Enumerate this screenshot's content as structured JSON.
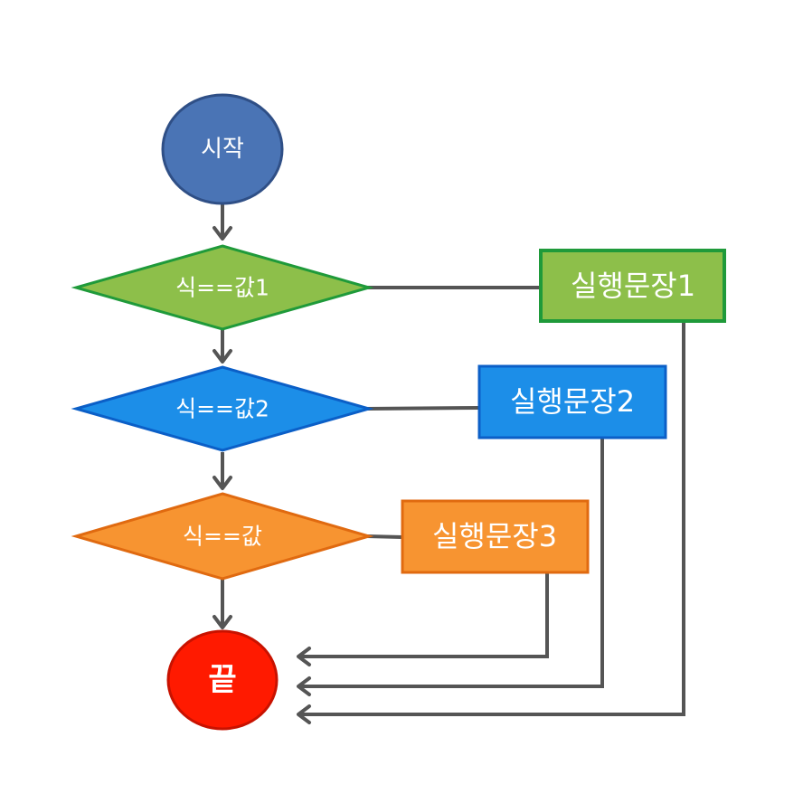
{
  "start": {
    "label": "시작",
    "fill": "#4a74b5",
    "stroke": "#2f4f86"
  },
  "end": {
    "label": "끝",
    "fill": "#ff1a00",
    "stroke": "#c81200"
  },
  "decisions": [
    {
      "label": "식==값1",
      "fill": "#8dbf4a",
      "stroke": "#1f9a3a"
    },
    {
      "label": "식==값2",
      "fill": "#1c8ee8",
      "stroke": "#0b5fc7"
    },
    {
      "label": "식==값",
      "fill": "#f79431",
      "stroke": "#e06a10"
    }
  ],
  "statements": [
    {
      "label": "실행문장1",
      "fill": "#8dbf4a",
      "stroke": "#1f9a3a"
    },
    {
      "label": "실행문장2",
      "fill": "#1c8ee8",
      "stroke": "#0b5fc7"
    },
    {
      "label": "실행문장3",
      "fill": "#f79431",
      "stroke": "#e06a10"
    }
  ],
  "connector_color": "#555555"
}
